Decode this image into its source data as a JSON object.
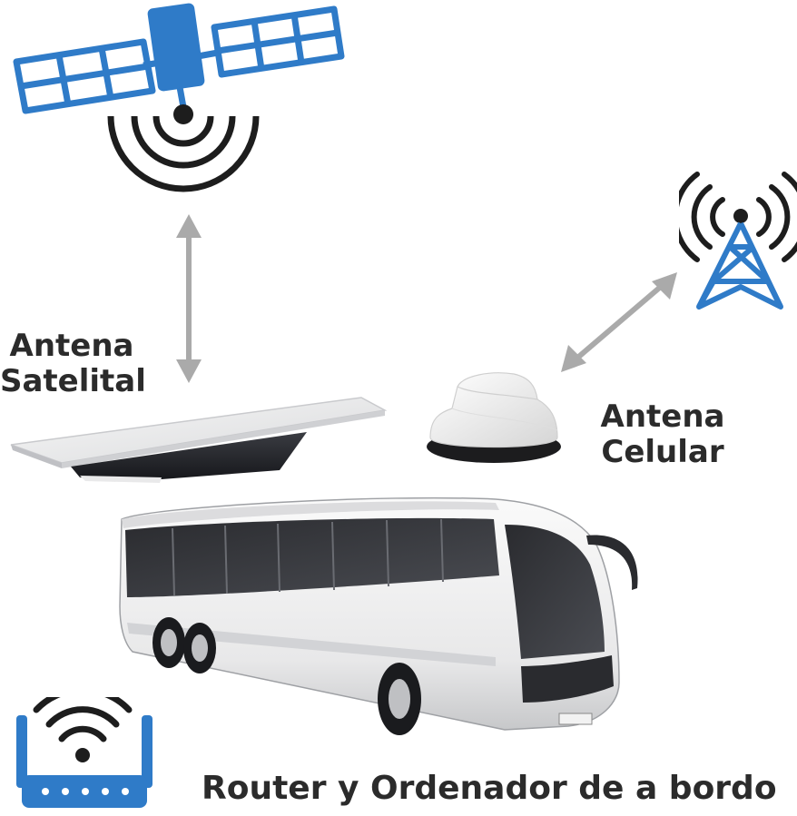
{
  "labels": {
    "satellite_antenna": [
      "Antena",
      "Satelital"
    ],
    "cellular_antenna": [
      "Antena",
      "Celular"
    ],
    "router": "Router y Ordenador de a bordo"
  },
  "icons": {
    "satellite": "satellite-icon",
    "cell_tower": "cell-tower-icon",
    "router": "wifi-router-icon",
    "bus": "bus-illustration",
    "satellite_dish": "flat-satellite-antenna",
    "cell_antenna": "dome-cellular-antenna"
  },
  "colors": {
    "accent_blue": "#2f7bc8",
    "signal_black": "#1d1d1d",
    "arrow_gray": "#aaaaaa",
    "text": "#2b2b2b"
  }
}
